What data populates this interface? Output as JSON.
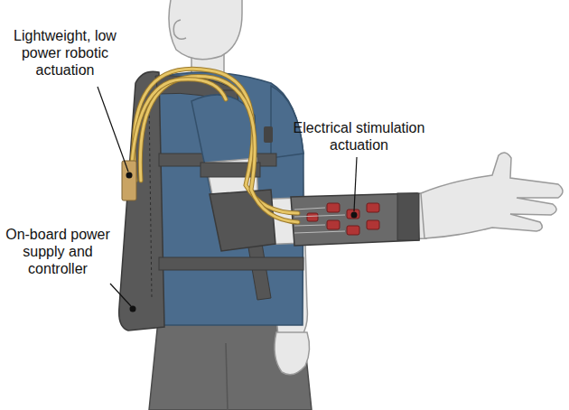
{
  "diagram": {
    "labels": [
      "Lightweight, low power robotic actuation",
      "On-board power supply and controller",
      "Electrical stimulation actuation"
    ]
  }
}
